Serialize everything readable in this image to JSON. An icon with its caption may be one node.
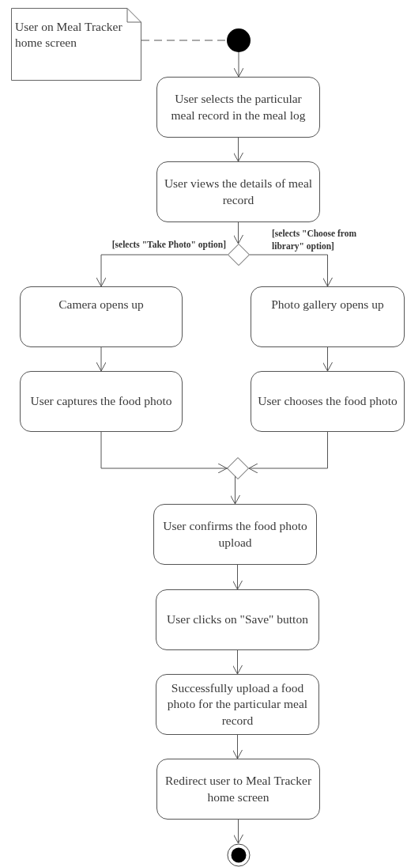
{
  "diagram": {
    "nodes": [
      {
        "text": [
          "User on Meal Tracker home screen"
        ]
      },
      {
        "text": [],
        "shape": "circle"
      },
      {
        "text": [
          "User selects the particular meal record in the meal log"
        ]
      },
      {
        "text": [
          "User views the details of meal record"
        ]
      },
      {
        "text": [],
        "shape": "diamond"
      },
      {
        "text": [
          "Camera opens up"
        ]
      },
      {
        "text": [
          "Photo gallery opens up"
        ]
      },
      {
        "text": [
          "User captures the food photo"
        ]
      },
      {
        "text": [
          "User chooses the food photo"
        ]
      },
      {
        "text": [],
        "shape": "diamond"
      },
      {
        "text": [
          "User confirms the food photo upload"
        ]
      },
      {
        "text": [
          "User clicks on \"Save\" button"
        ]
      },
      {
        "text": [
          "Successfully upload a food photo for the particular meal record"
        ]
      },
      {
        "text": [
          "Redirect user to Meal Tracker home screen"
        ]
      },
      {
        "text": [],
        "shape": "circle"
      }
    ],
    "edges": [
      {
        "from": 0,
        "to": 1,
        "arrow": "none",
        "style": "dashed"
      },
      {
        "from": 1,
        "to": 2,
        "arrow": "to"
      },
      {
        "from": 2,
        "to": 3,
        "arrow": "to"
      },
      {
        "from": 3,
        "to": 4,
        "arrow": "to"
      },
      {
        "from": 4,
        "to": 5,
        "arrow": "to",
        "label": "[selects \"Take Photo\" option]"
      },
      {
        "from": 4,
        "to": 6,
        "arrow": "to",
        "label": "[selects \"Choose from library\" option]"
      },
      {
        "from": 5,
        "to": 7,
        "arrow": "to"
      },
      {
        "from": 6,
        "to": 8,
        "arrow": "to"
      },
      {
        "from": 7,
        "to": 9,
        "arrow": "to"
      },
      {
        "from": 8,
        "to": 9,
        "arrow": "to"
      },
      {
        "from": 9,
        "to": 10,
        "arrow": "to"
      },
      {
        "from": 10,
        "to": 11,
        "arrow": "to"
      },
      {
        "from": 11,
        "to": 12,
        "arrow": "to"
      },
      {
        "from": 12,
        "to": 13,
        "arrow": "to"
      },
      {
        "from": 13,
        "to": 14,
        "arrow": "to"
      }
    ]
  }
}
